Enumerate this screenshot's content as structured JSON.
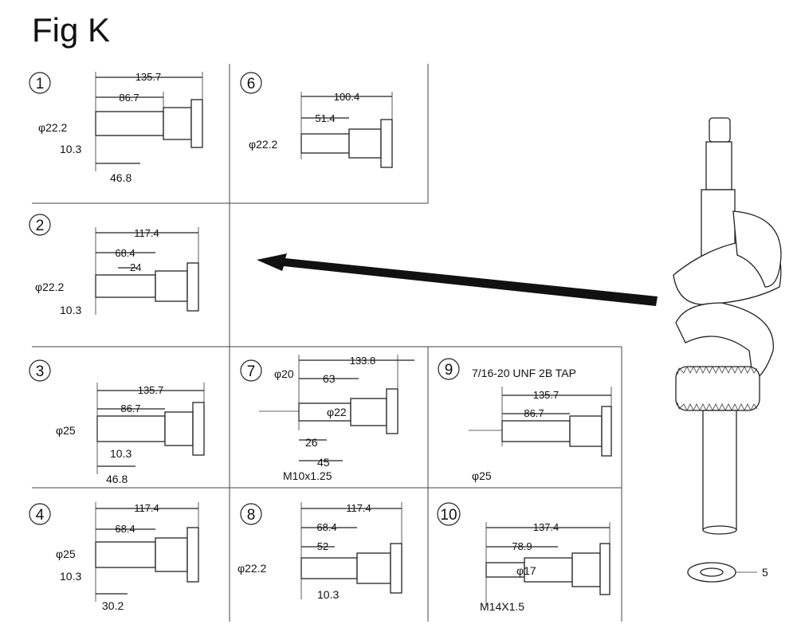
{
  "figure": {
    "title": "Fig K"
  },
  "cells": [
    {
      "num": "1",
      "labels": [
        "135.7",
        "86.7",
        "φ22.2",
        "10.3",
        "46.8"
      ]
    },
    {
      "num": "6",
      "labels": [
        "100.4",
        "51.4",
        "φ22.2"
      ]
    },
    {
      "num": "2",
      "labels": [
        "117.4",
        "68.4",
        "24",
        "φ22.2",
        "10.3"
      ]
    },
    {
      "num": "3",
      "labels": [
        "135.7",
        "86.7",
        "φ25",
        "10.3",
        "46.8"
      ]
    },
    {
      "num": "7",
      "labels": [
        "133.8",
        "φ20",
        "63",
        "φ22",
        "26",
        "45",
        "M10x1.25"
      ]
    },
    {
      "num": "9",
      "labels": [
        "7/16-20 UNF 2B TAP",
        "135.7",
        "86.7",
        "φ25"
      ]
    },
    {
      "num": "4",
      "labels": [
        "117.4",
        "68.4",
        "φ25",
        "10.3",
        "30.2"
      ]
    },
    {
      "num": "8",
      "labels": [
        "117.4",
        "68.4",
        "52",
        "φ22.2",
        "10.3"
      ]
    },
    {
      "num": "10",
      "labels": [
        "137.4",
        "78.9",
        "φ17",
        "M14X1.5"
      ]
    }
  ],
  "callout": {
    "part_number": "5"
  }
}
